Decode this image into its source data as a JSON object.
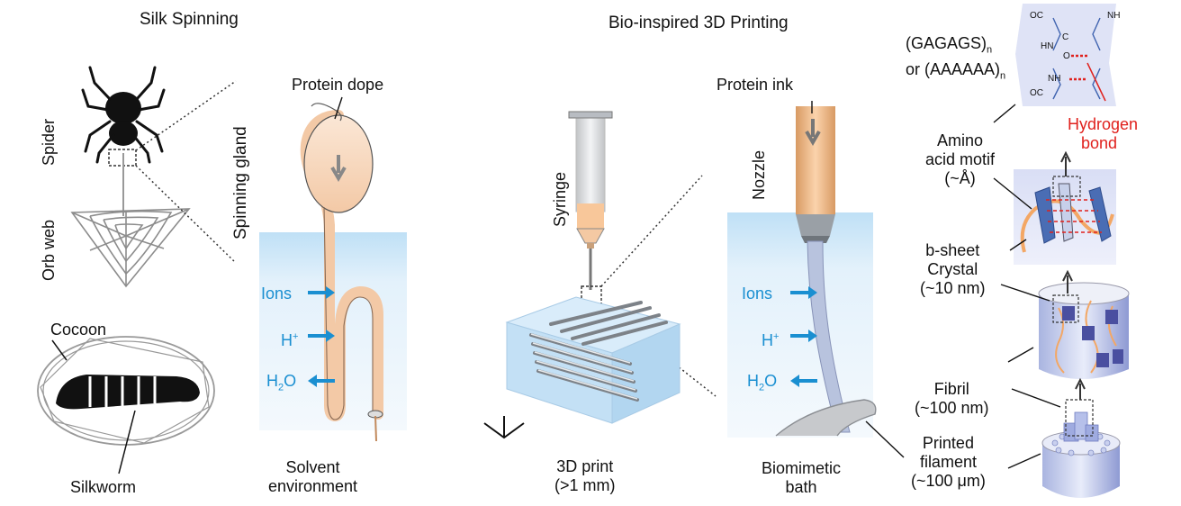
{
  "headings": {
    "silk_spinning": "Silk  Spinning",
    "bio_printing": "Bio-inspired  3D Printing"
  },
  "silk": {
    "spider": "Spider",
    "orb_web": "Orb web",
    "spinning_gland": "Spinning gland",
    "protein_dope": "Protein dope",
    "cocoon": "Cocoon",
    "silkworm": "Silkworm",
    "ions": "Ions",
    "h_plus": "H",
    "h_plus_sup": "+",
    "h2o_a": "H",
    "h2o_sub": "2",
    "h2o_b": "O",
    "solvent_1": "Solvent",
    "solvent_2": "environment"
  },
  "printing": {
    "syringe": "Syringe",
    "print_1": "3D print",
    "print_2": "(>1 mm)",
    "protein_ink": "Protein ink",
    "nozzle": "Nozzle",
    "ions": "Ions",
    "h_plus": "H",
    "h_plus_sup": "+",
    "h2o_a": "H",
    "h2o_sub": "2",
    "h2o_b": "O",
    "bath_1": "Biomimetic",
    "bath_2": "bath"
  },
  "hierarchy": {
    "motif_line1": "(GAGAGS)",
    "motif_line1_sub": "n",
    "motif_line2": "or (AAAAAA)",
    "motif_line2_sub": "n",
    "hbond_1": "Hydrogen",
    "hbond_2": "bond",
    "amino_1": "Amino",
    "amino_2": "acid motif",
    "amino_3": "(~Å)",
    "bsheet_1": "b-sheet",
    "bsheet_2": "Crystal",
    "bsheet_3": "(~10 nm)",
    "fibril_1": "Fibril",
    "fibril_2": "(~100 nm)",
    "filament_1": "Printed",
    "filament_2": "filament",
    "filament_3": "(~100 μm)"
  },
  "chem": {
    "oc_top": "OC",
    "nh_top": "NH",
    "hn": "HN",
    "c": "C",
    "o": "O",
    "nh_bottom": "NH",
    "oc_bottom": "OC"
  },
  "colors": {
    "water": "#cfe6f7",
    "accent_blue": "#1a8fd1",
    "accent_red": "#e0211d",
    "dope": "#f6d2b4"
  }
}
